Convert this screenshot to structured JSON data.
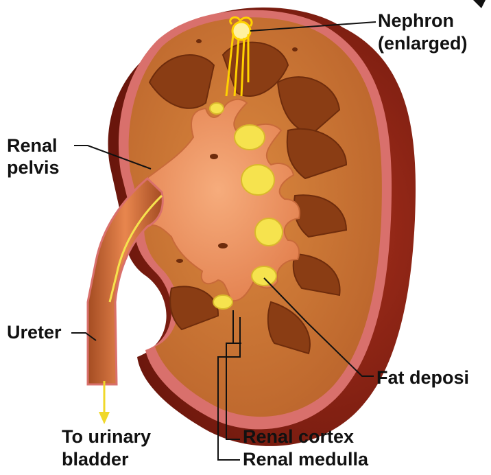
{
  "labels": {
    "nephron": "Nephron",
    "nephron_sub": "(enlarged)",
    "renal_pelvis_1": "Renal",
    "renal_pelvis_2": "pelvis",
    "ureter": "Ureter",
    "bladder_1": "To urinary",
    "bladder_2": "bladder",
    "fat_deposit": "Fat deposi",
    "renal_cortex": "Renal cortex",
    "renal_medulla": "Renal medulla"
  },
  "colors": {
    "capsule": "#d9706c",
    "capsule_dark": "#7e2214",
    "cortex": "#cf7a35",
    "medulla": "#8a3d14",
    "pelvis": "#f19c6c",
    "fat": "#f6e34e",
    "nephron": "#ffd200",
    "leader": "#111111"
  }
}
